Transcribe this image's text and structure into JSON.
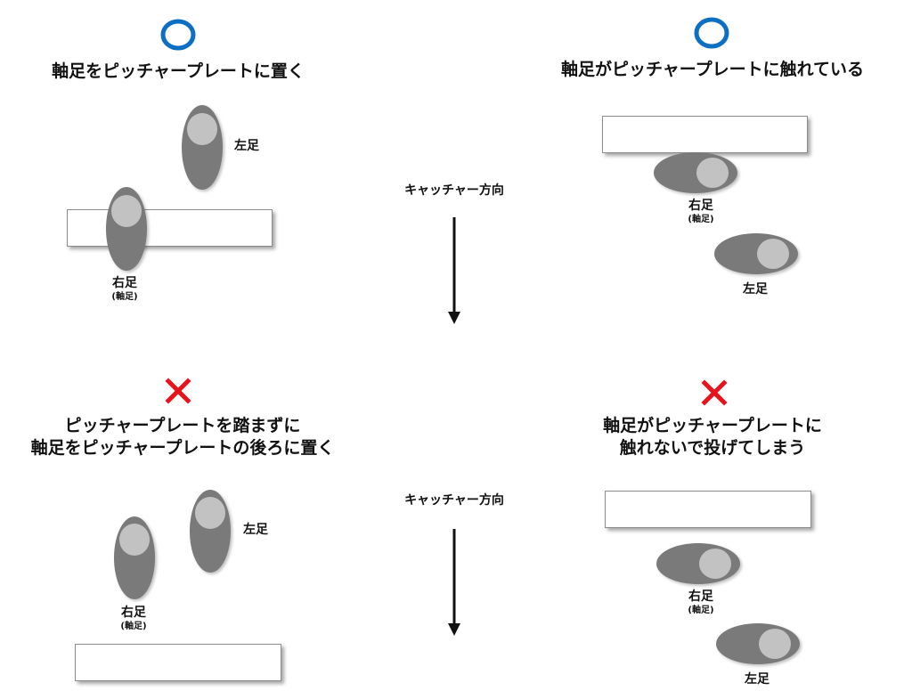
{
  "panels": {
    "top_left": {
      "mark": "○",
      "heading": "軸足をピッチャープレートに置く",
      "right_foot": "右足",
      "right_foot_note": "(軸足)",
      "left_foot": "左足"
    },
    "top_right": {
      "mark": "○",
      "heading": "軸足がピッチャープレートに触れている",
      "right_foot": "右足",
      "right_foot_note": "(軸足)",
      "left_foot": "左足"
    },
    "bottom_left": {
      "mark": "×",
      "heading_line1": "ピッチャープレートを踏まずに",
      "heading_line2": "軸足をピッチャープレートの後ろに置く",
      "right_foot": "右足",
      "right_foot_note": "(軸足)",
      "left_foot": "左足"
    },
    "bottom_right": {
      "mark": "×",
      "heading_line1": "軸足がピッチャープレートに",
      "heading_line2": "触れないで投げてしまう",
      "right_foot": "右足",
      "right_foot_note": "(軸足)",
      "left_foot": "左足"
    }
  },
  "direction": {
    "top": "キャッチャー方向",
    "bottom": "キャッチャー方向"
  },
  "colors": {
    "ok_mark": "#0d6fc4",
    "ng_mark": "#e8141c",
    "foot": "#7a7a7a",
    "heel": "#c2c2c2",
    "arrow": "#111111"
  }
}
